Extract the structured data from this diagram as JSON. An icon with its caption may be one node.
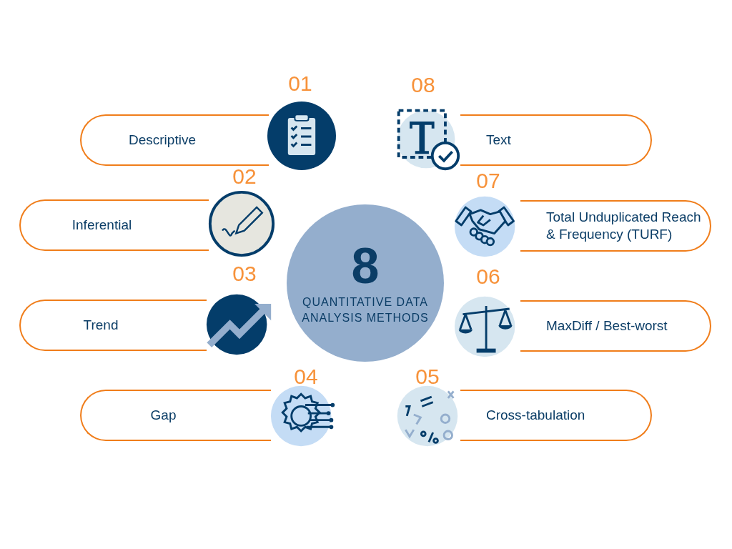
{
  "diagram": {
    "nodes": [
      {
        "text": [
          "8",
          "QUANTITATIVE DATA ANALYSIS METHODS"
        ]
      },
      {
        "text": [
          "Descriptive"
        ]
      },
      {
        "text": [
          "Inferential"
        ]
      },
      {
        "text": [
          "Trend"
        ]
      },
      {
        "text": [
          "Gap"
        ]
      },
      {
        "text": [
          "Cross-tabulation"
        ]
      },
      {
        "text": [
          "MaxDiff / Best-worst"
        ]
      },
      {
        "text": [
          "Total Unduplicated Reach & Frequency (TURF)"
        ]
      },
      {
        "text": [
          "Text"
        ]
      }
    ],
    "edges": [],
    "labels": [
      "01",
      "08",
      "02",
      "07",
      "03",
      "06",
      "04",
      "05"
    ]
  }
}
